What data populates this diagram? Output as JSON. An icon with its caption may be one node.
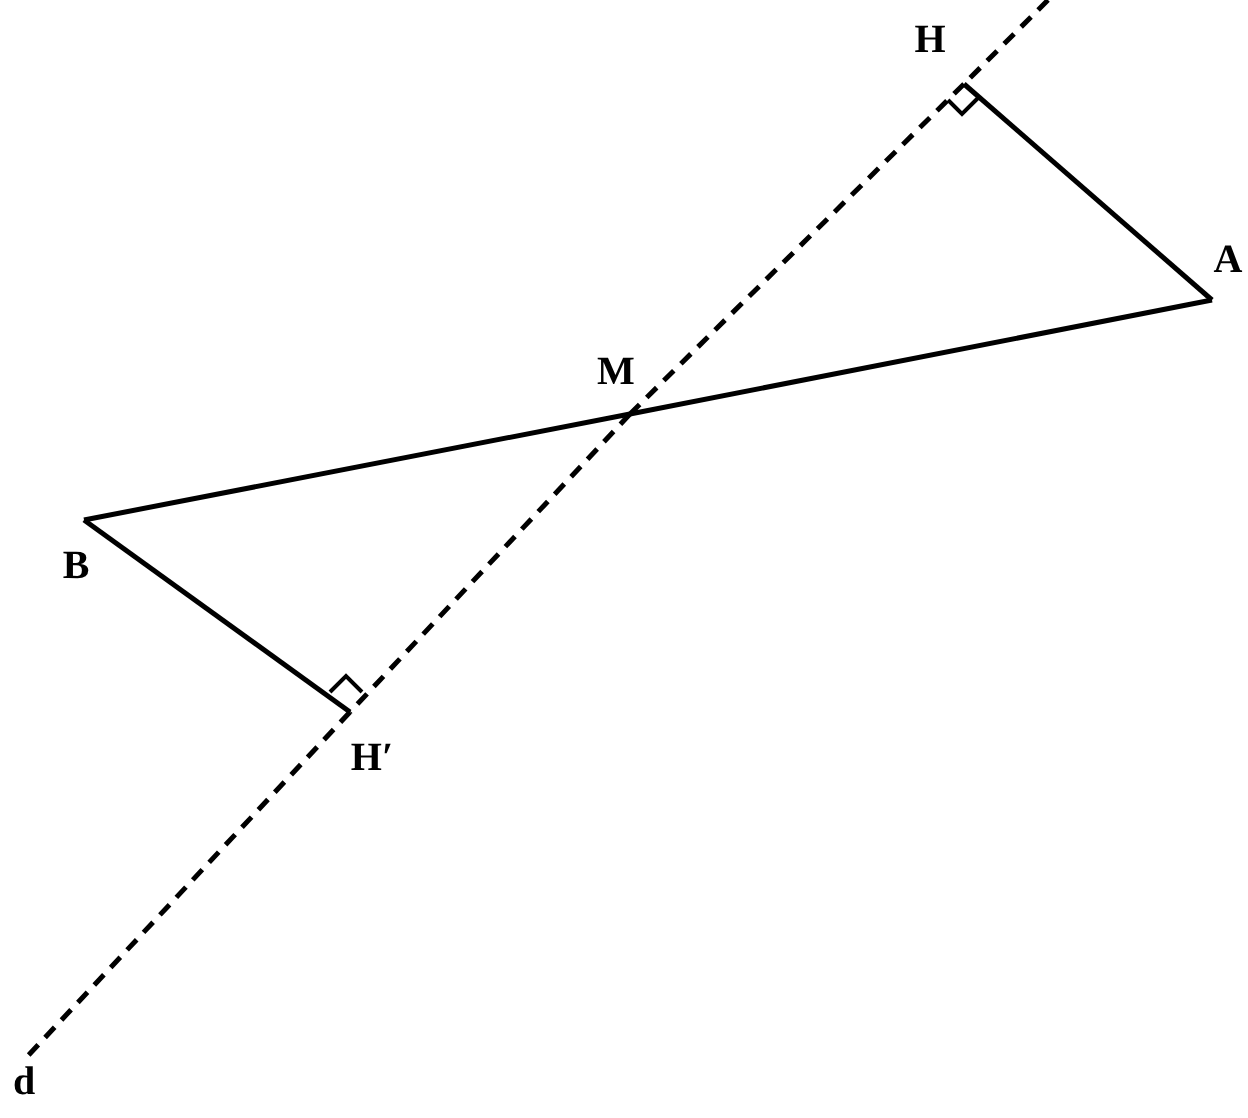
{
  "diagram": {
    "nodes": [
      {
        "text": [
          "H"
        ]
      },
      {
        "text": [
          "A"
        ]
      },
      {
        "text": [
          "M"
        ]
      },
      {
        "text": [
          "B"
        ]
      },
      {
        "text": [
          "H′"
        ]
      },
      {
        "text": [
          "d"
        ]
      }
    ],
    "edges": [
      {
        "from": 0,
        "to": 1,
        "arrow": "none"
      },
      {
        "from": 1,
        "to": 2,
        "arrow": "none"
      },
      {
        "from": 2,
        "to": 3,
        "arrow": "none"
      },
      {
        "from": 3,
        "to": 4,
        "arrow": "none"
      },
      {
        "from": null,
        "to": 0,
        "arrow": "none",
        "style": "dashed"
      },
      {
        "from": 0,
        "to": 2,
        "arrow": "none",
        "style": "dashed"
      },
      {
        "from": 2,
        "to": 4,
        "arrow": "none",
        "style": "dashed"
      },
      {
        "from": 4,
        "to": 5,
        "arrow": "none",
        "style": "dashed"
      }
    ]
  }
}
